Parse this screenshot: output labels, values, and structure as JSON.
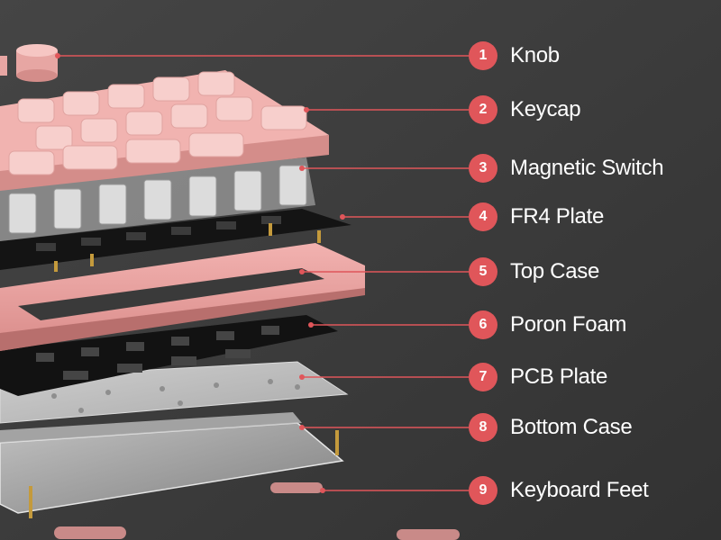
{
  "diagram": {
    "accent_color": "#e0565a",
    "background_color": "#3d3d3d",
    "parts": [
      {
        "number": "1",
        "label": "Knob"
      },
      {
        "number": "2",
        "label": "Keycap"
      },
      {
        "number": "3",
        "label": "Magnetic Switch"
      },
      {
        "number": "4",
        "label": "FR4 Plate"
      },
      {
        "number": "5",
        "label": "Top Case"
      },
      {
        "number": "6",
        "label": "Poron Foam"
      },
      {
        "number": "7",
        "label": "PCB Plate"
      },
      {
        "number": "8",
        "label": "Bottom Case"
      },
      {
        "number": "9",
        "label": "Keyboard Feet"
      }
    ]
  }
}
